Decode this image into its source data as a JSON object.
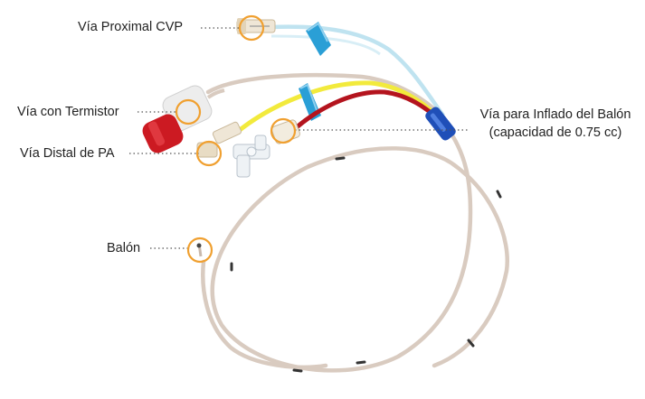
{
  "labels": {
    "proximal_cvp": "Vía Proximal CVP",
    "thermistor": "Vía con Termistor",
    "distal_pa": "Vía Distal de PA",
    "balloon": "Balón",
    "balloon_inflation_line1": "Vía para Inflado del Balón",
    "balloon_inflation_line2": "(capacidad de 0.75 cc)"
  },
  "colors": {
    "catheter_body": "#d9cbc0",
    "proximal_tube": "#bfe3f0",
    "distal_tube": "#f2ea3c",
    "balloon_tube": "#b4141e",
    "clamp": "#2a9fd6",
    "junction": "#1f4fb8",
    "thermistor_cap": "#cc1a22",
    "callout_circle": "#f0a030",
    "leader_line": "#555555"
  },
  "icons": {
    "callout": "orange-ring-highlight",
    "connector": "luer-lock-hub",
    "stopcock": "three-way-stopcock"
  }
}
